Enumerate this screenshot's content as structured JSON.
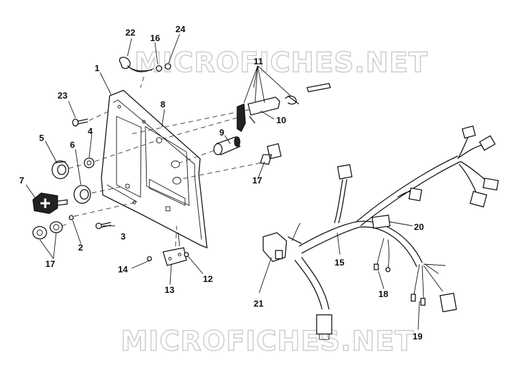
{
  "watermark": {
    "top": "MICROFICHES.NET",
    "bottom": "MICROFICHES.NET"
  },
  "callouts": {
    "c1": "1",
    "c2": "2",
    "c3": "3",
    "c4": "4",
    "c5": "5",
    "c6": "6",
    "c7": "7",
    "c8": "8",
    "c9": "9",
    "c10": "10",
    "c11": "11",
    "c12": "12",
    "c13": "13",
    "c14": "14",
    "c15": "15",
    "c16": "16",
    "c17a": "17",
    "c17b": "17",
    "c18": "18",
    "c19": "19",
    "c20": "20",
    "c21": "21",
    "c22": "22",
    "c23": "23",
    "c24": "24"
  }
}
